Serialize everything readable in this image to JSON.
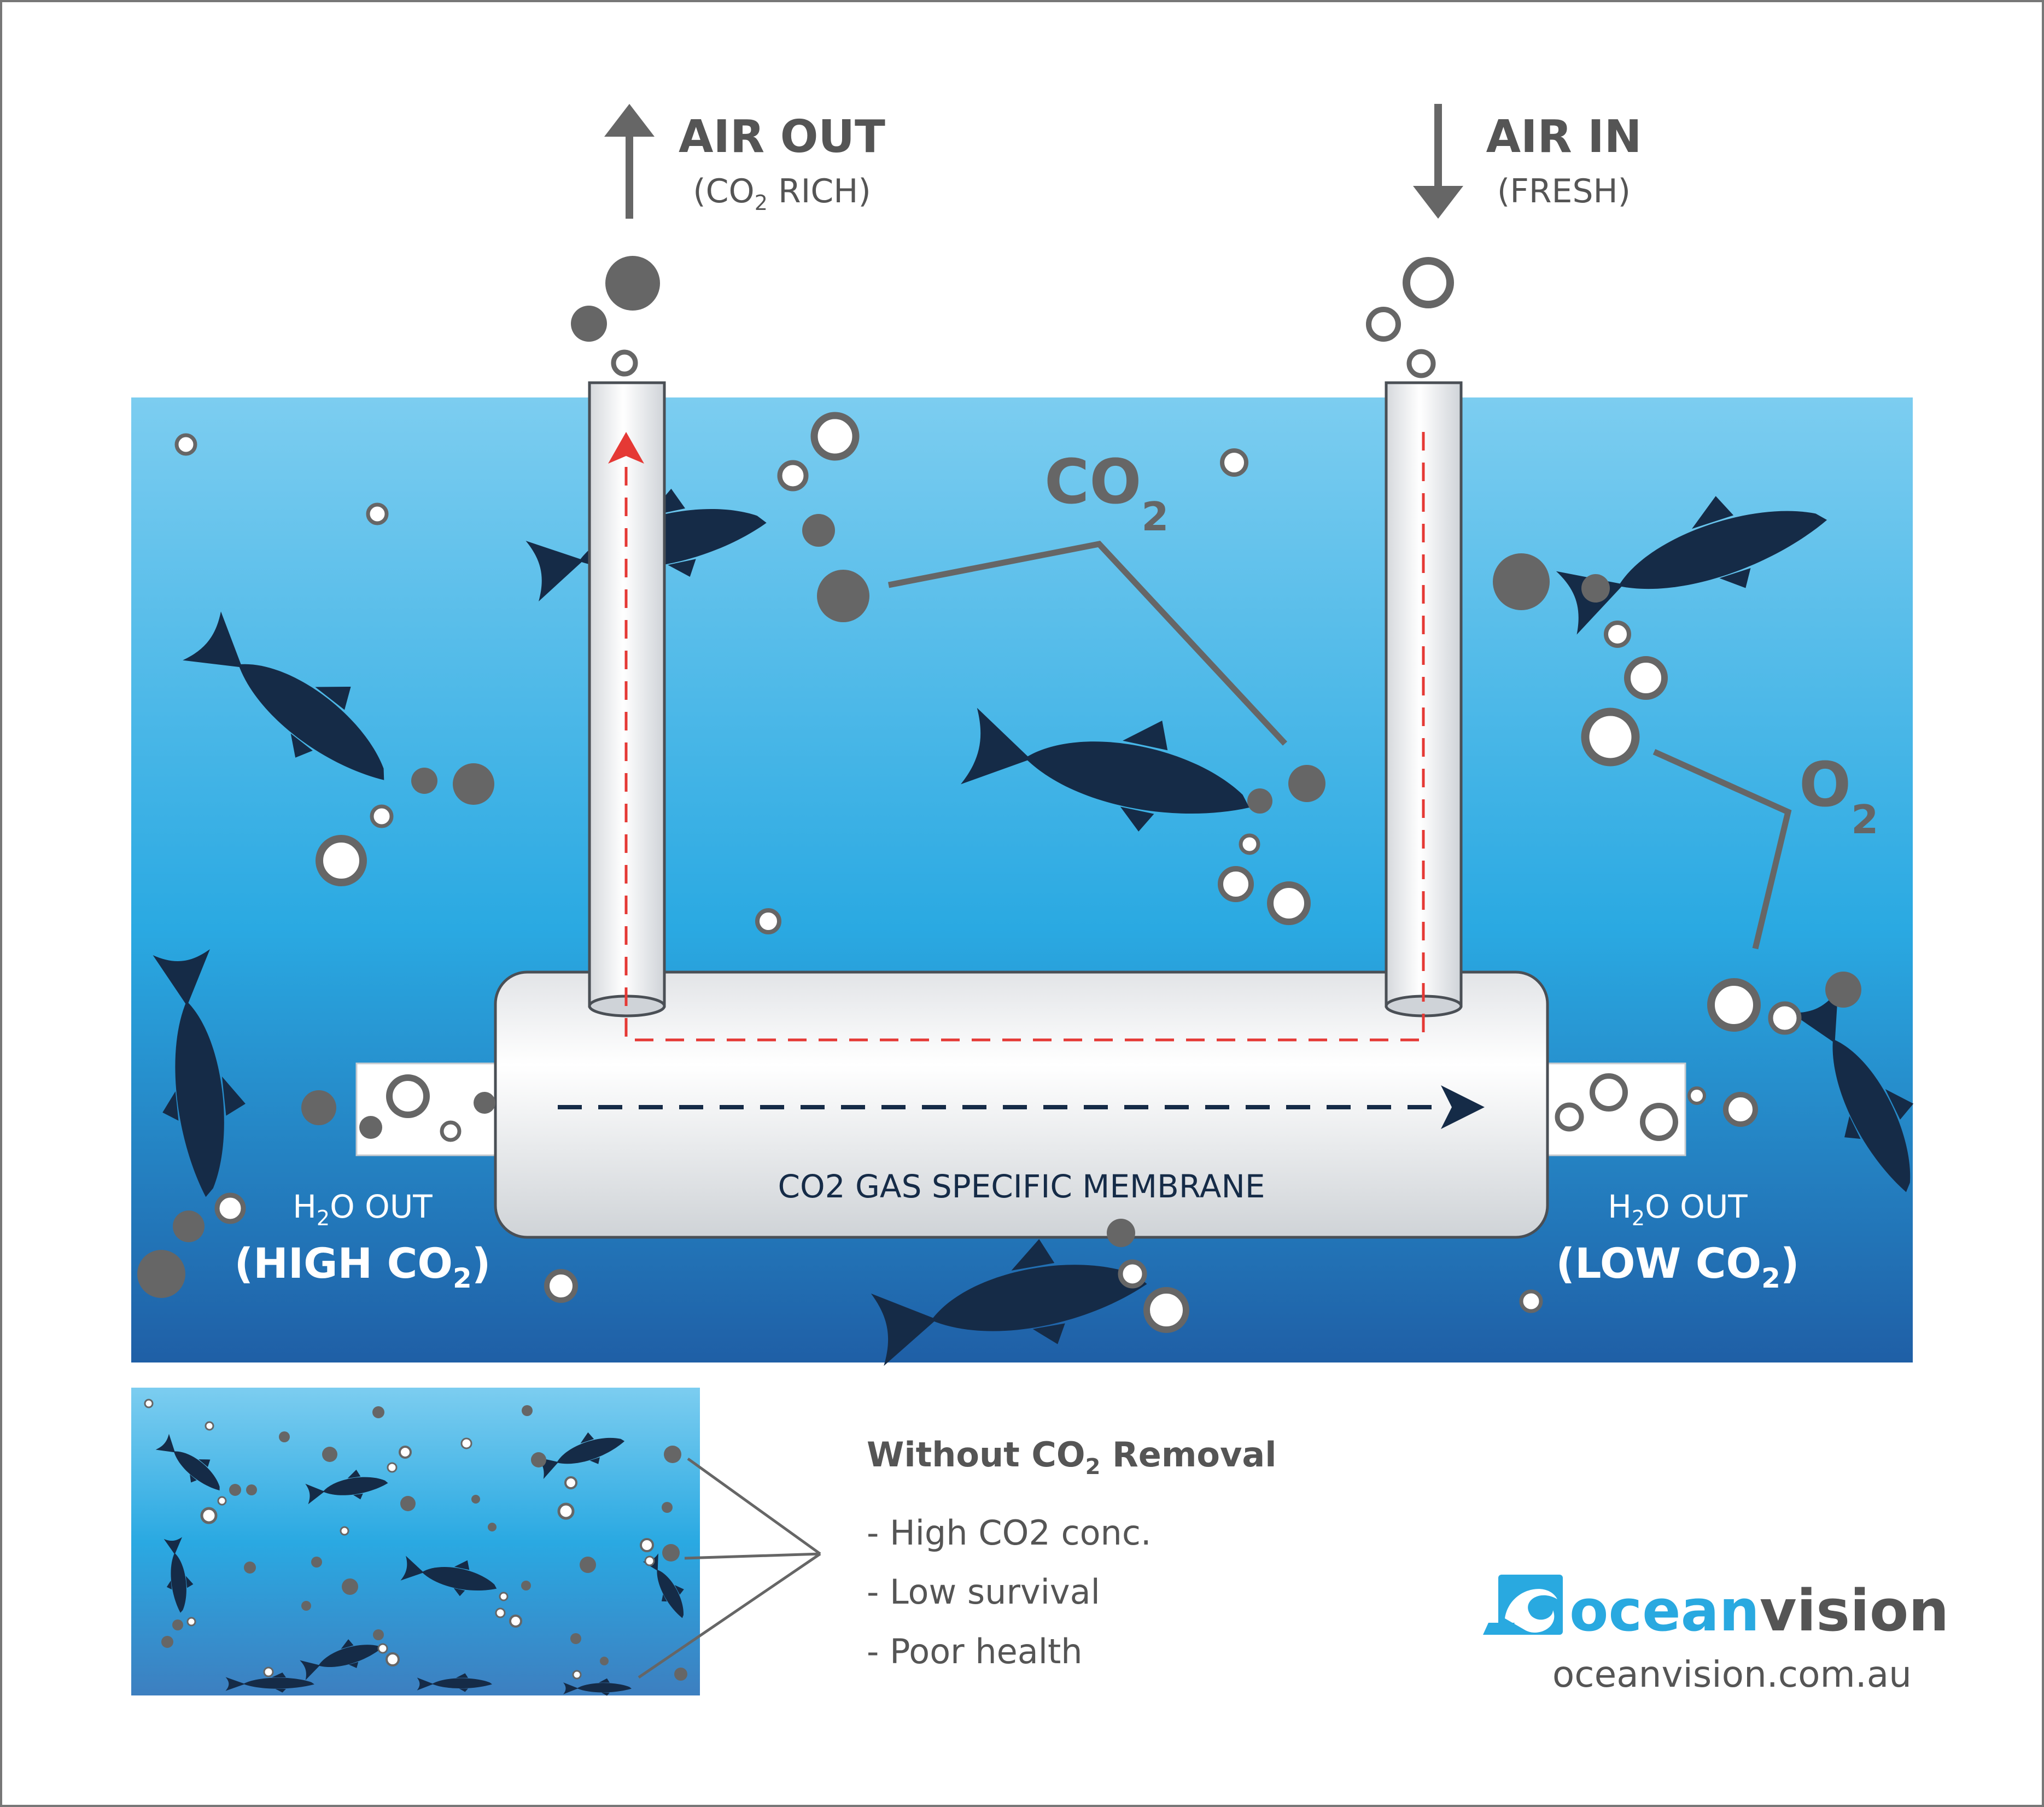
{
  "air_out": {
    "title": "AIR OUT",
    "sub_open": "(CO",
    "sub_2": "2",
    "sub_rest": " RICH)"
  },
  "air_in": {
    "title": "AIR IN",
    "sub": "(FRESH)"
  },
  "labels": {
    "co2_main": "CO",
    "co2_sub": "2",
    "o2_main": "O",
    "o2_sub": "2",
    "membrane": "CO2 GAS SPECIFIC MEMBRANE"
  },
  "h2o_out_left": {
    "h": "H",
    "sub": "2",
    "rest": "O OUT",
    "bold_open": "(HIGH CO",
    "bold_sub": "2",
    "bold_close": ")"
  },
  "h2o_out_right": {
    "h": "H",
    "sub": "2",
    "rest": "O OUT",
    "bold_open": "(LOW CO",
    "bold_sub": "2",
    "bold_close": ")"
  },
  "without": {
    "title_open": "Without CO",
    "title_sub": "2",
    "title_close": " Removal",
    "bullets": [
      "- High CO2 conc.",
      "- Low survival",
      "- Poor health"
    ]
  },
  "brand": {
    "ocean": "ocean",
    "vision": "vision",
    "url": "oceanvision.com.au"
  },
  "colors": {
    "text_gray": "#555555",
    "bubble_gray": "#666666",
    "navy": "#152b47",
    "red_dash": "#e53935",
    "brand_blue": "#29a9e0",
    "water_top": "#7ccdf0",
    "water_mid": "#2aa9e2",
    "water_bottom": "#1f5fa6"
  }
}
